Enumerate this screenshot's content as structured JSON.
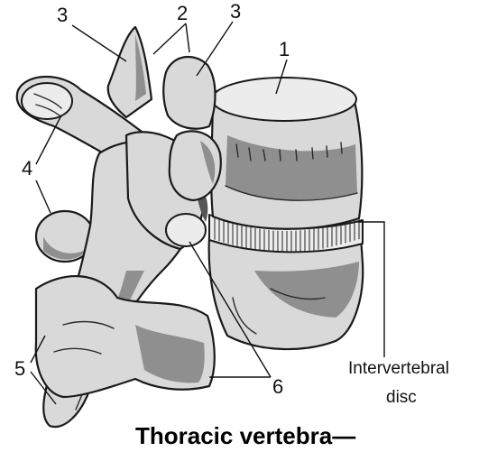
{
  "labels": {
    "n1": "1",
    "n2": "2",
    "n3_left": "3",
    "n3_right": "3",
    "n4": "4",
    "n5": "5",
    "n6": "6",
    "intervertebral_line1": "Intervertebral",
    "intervertebral_line2": "disc"
  },
  "title": "Thoracic vertebra—"
}
